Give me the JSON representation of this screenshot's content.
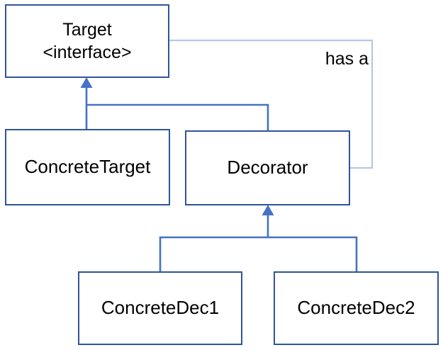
{
  "diagram": {
    "kind": "uml-class-diagram",
    "pattern": "Decorator",
    "nodes": {
      "target": {
        "label": "Target",
        "stereotype": "<interface>"
      },
      "concrete_target": {
        "label": "ConcreteTarget"
      },
      "decorator": {
        "label": "Decorator"
      },
      "concrete_dec1": {
        "label": "ConcreteDec1"
      },
      "concrete_dec2": {
        "label": "ConcreteDec2"
      }
    },
    "edges": {
      "has_a_label": "has a"
    },
    "colors": {
      "box_border": "#2F5597",
      "box_fill": "#FFFFFF",
      "inheritance_connector": "#4472C4",
      "has_a_line": "#B4C7E7",
      "text": "#000000",
      "background": "#FFFFFF"
    }
  }
}
